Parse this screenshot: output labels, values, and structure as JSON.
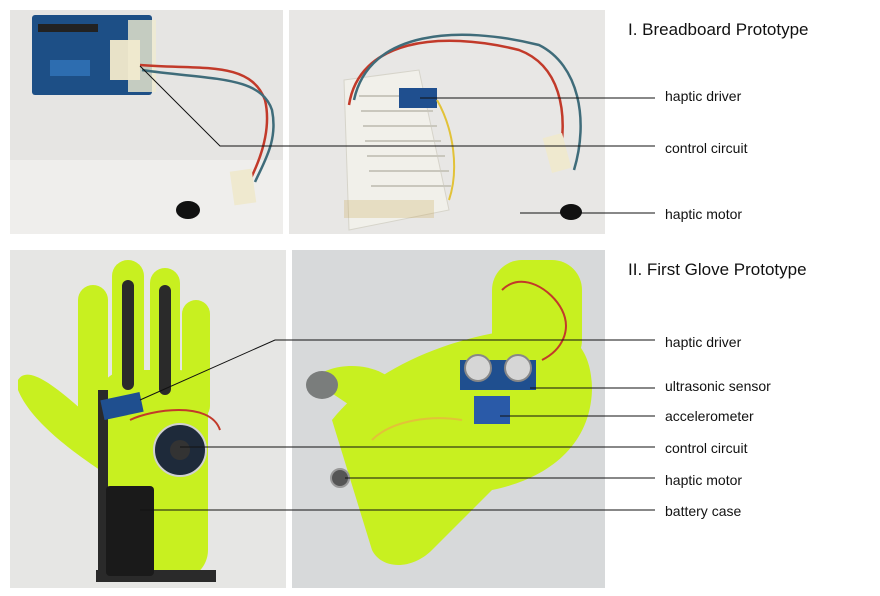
{
  "sections": [
    {
      "title": "I. Breadboard Prototype",
      "labels": [
        "haptic driver",
        "control circuit",
        "haptic motor"
      ]
    },
    {
      "title": "II. First Glove Prototype",
      "labels": [
        "haptic driver",
        "ultrasonic sensor",
        "accelerometer",
        "control circuit",
        "haptic motor",
        "battery case"
      ]
    }
  ],
  "colors": {
    "glove_green": "#c8f020",
    "glove_black": "#2a2a2a",
    "board_blue": "#1f4f8f",
    "wire_red": "#c23a2a",
    "breadboard_white": "#f1f0ea"
  }
}
